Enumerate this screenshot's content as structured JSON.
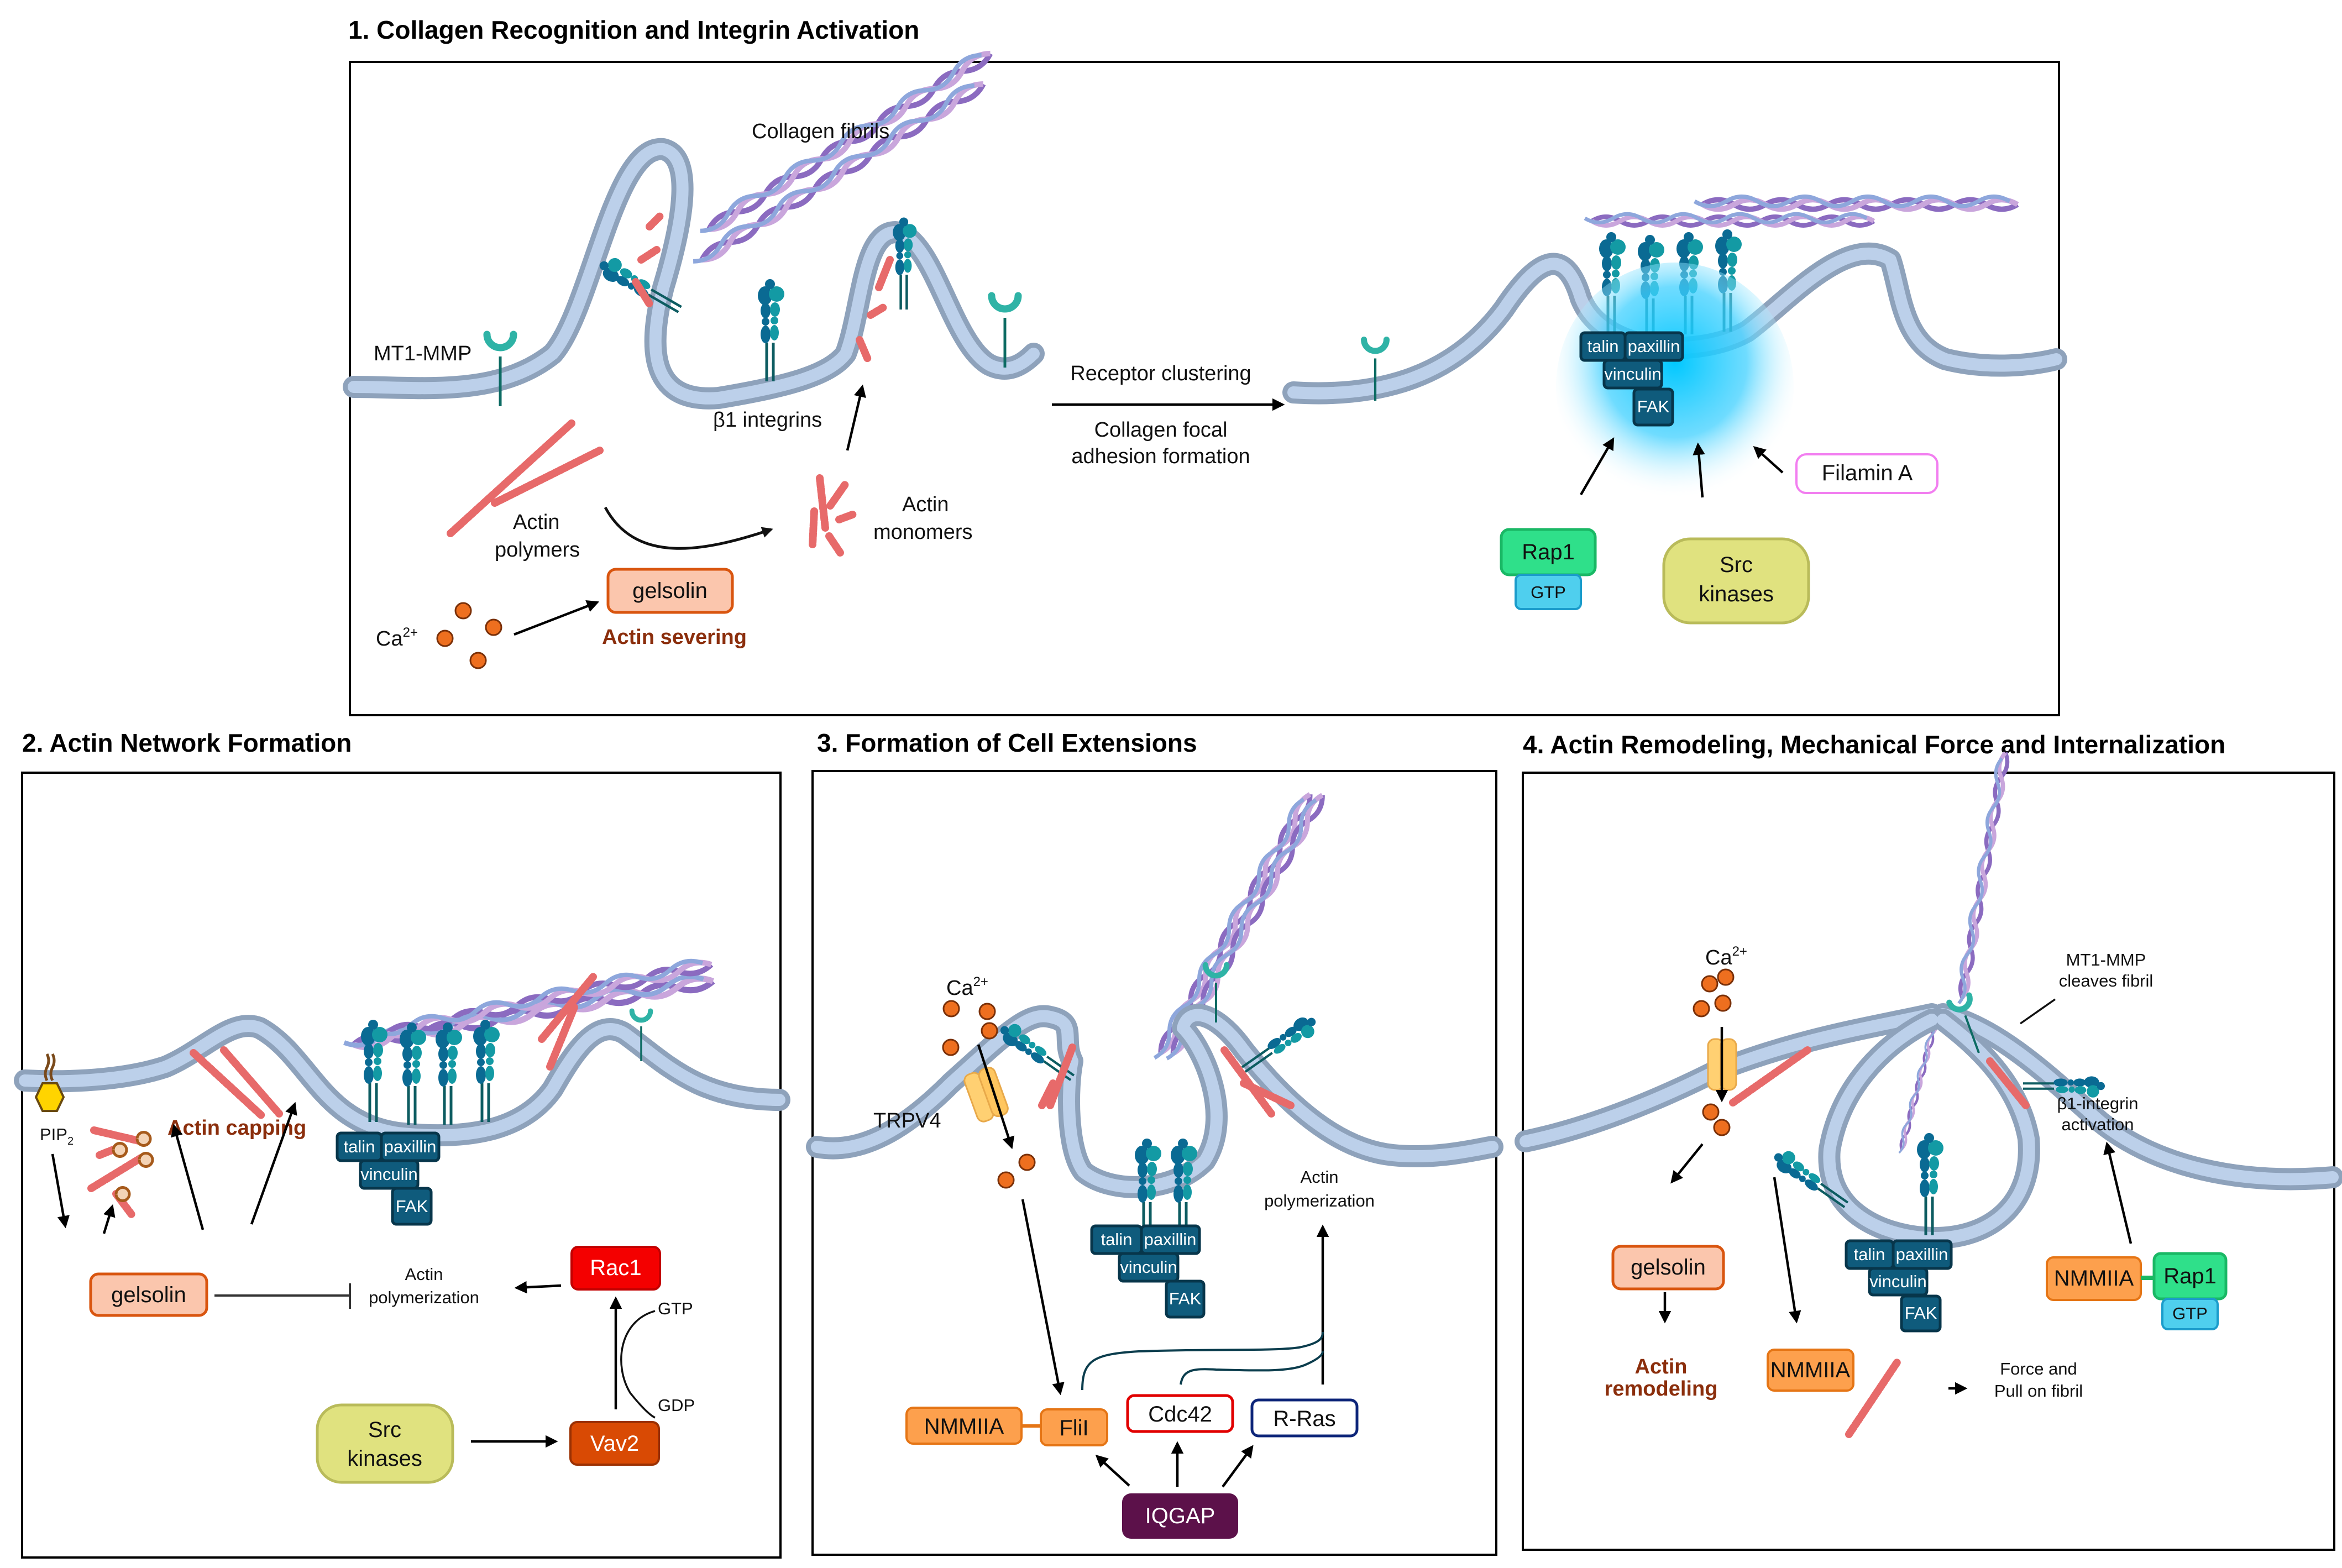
{
  "panels": [
    {
      "title": "1. Collagen Recognition and Integrin Activation",
      "labels": {
        "collagen_fibrils": "Collagen fibrils",
        "mt1_mmp": "MT1-MMP",
        "b1_integrins": "β1 integrins",
        "actin_polymers_1": "Actin",
        "actin_polymers_2": "polymers",
        "actin_monomers_1": "Actin",
        "actin_monomers_2": "monomers",
        "ca_base": "Ca",
        "ca_sup": "2+",
        "gelsolin": "gelsolin",
        "actin_severing": "Actin severing",
        "receptor_clustering": "Receptor clustering",
        "focal_adhesion_1": "Collagen focal",
        "focal_adhesion_2": "adhesion formation",
        "filamin_a": "Filamin A",
        "rap1": "Rap1",
        "gtp": "GTP",
        "src_1": "Src",
        "src_2": "kinases"
      },
      "adhesion_complex": {
        "talin": "talin",
        "paxillin": "paxillin",
        "vinculin": "vinculin",
        "fak": "FAK"
      }
    },
    {
      "title": "2. Actin Network Formation",
      "labels": {
        "pip2_base": "PIP",
        "pip2_sub": "2",
        "actin_capping": "Actin capping",
        "gelsolin": "gelsolin",
        "actin_poly_1": "Actin",
        "actin_poly_2": "polymerization",
        "rac1": "Rac1",
        "gtp": "GTP",
        "gdp": "GDP",
        "src_1": "Src",
        "src_2": "kinases",
        "vav2": "Vav2"
      },
      "adhesion_complex": {
        "talin": "talin",
        "paxillin": "paxillin",
        "vinculin": "vinculin",
        "fak": "FAK"
      }
    },
    {
      "title": "3. Formation of Cell Extensions",
      "labels": {
        "ca_base": "Ca",
        "ca_sup": "2+",
        "trpv4": "TRPV4",
        "actin_poly_1": "Actin",
        "actin_poly_2": "polymerization",
        "nmmiia": "NMMIIA",
        "flii": "FliI",
        "cdc42": "Cdc42",
        "rras": "R-Ras",
        "iqgap": "IQGAP"
      },
      "adhesion_complex": {
        "talin": "talin",
        "paxillin": "paxillin",
        "vinculin": "vinculin",
        "fak": "FAK"
      }
    },
    {
      "title": "4. Actin Remodeling, Mechanical Force and Internalization",
      "labels": {
        "ca_base": "Ca",
        "ca_sup": "2+",
        "mt1_cleaves_1": "MT1-MMP",
        "mt1_cleaves_2": "cleaves fibril",
        "b1_activation_1": "β1-integrin",
        "b1_activation_2": "activation",
        "gelsolin": "gelsolin",
        "actin_remodeling_1": "Actin",
        "actin_remodeling_2": "remodeling",
        "nmmiia_top": "NMMIIA",
        "rap1": "Rap1",
        "gtp": "GTP",
        "nmmiia_bottom": "NMMIIA",
        "force_1": "Force and",
        "force_2": "Pull on fibril"
      },
      "adhesion_complex": {
        "talin": "talin",
        "paxillin": "paxillin",
        "vinculin": "vinculin",
        "fak": "FAK"
      }
    }
  ],
  "colors": {
    "adhesion_protein": "#0f5b7c",
    "gelsolin_fill": "#fbc6ad",
    "gelsolin_stroke": "#d9550f",
    "rap1": "#2fe08a",
    "gtp": "#4fcfee",
    "src": "#e0e27f",
    "filamin_stroke": "#f27ef0",
    "rac1": "#f40000",
    "vav2": "#d94a04",
    "nmmiia": "#fda04d",
    "cdc42_stroke": "#e10000",
    "rras_stroke": "#0d2579",
    "iqgap": "#5c114a",
    "calcium": "#ee6f1f",
    "actin": "#e76a6a",
    "membrane": "#bcd0ea"
  }
}
